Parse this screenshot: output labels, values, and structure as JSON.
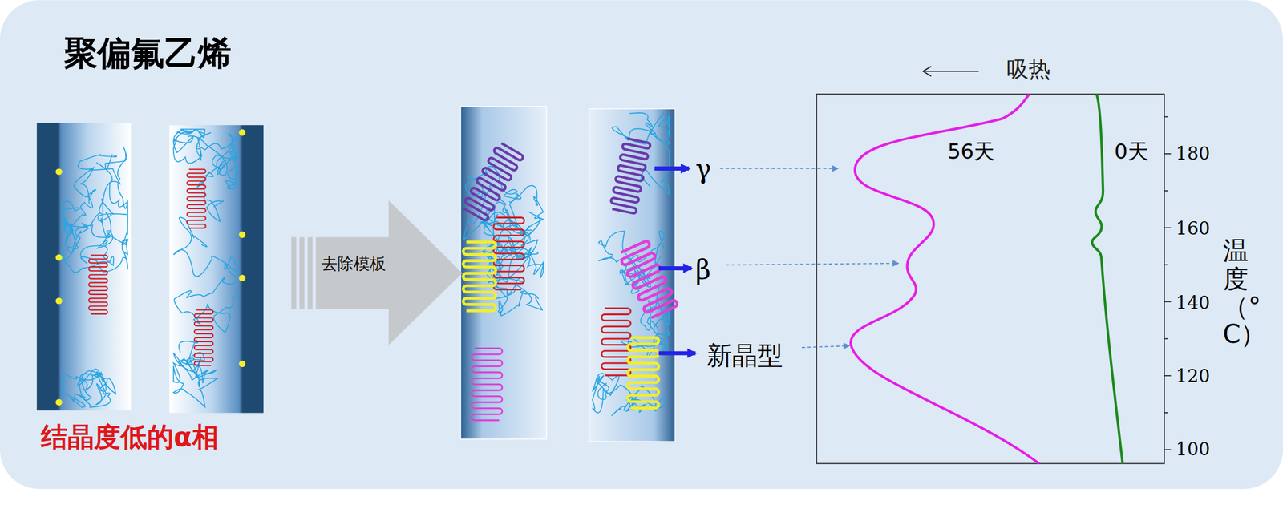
{
  "diagram": {
    "title": "聚偏氟乙烯",
    "nodes": [
      {
        "text": [
          "去除模板"
        ]
      }
    ],
    "labels": [
      "结晶度低的α相",
      "γ",
      "β",
      "新晶型",
      "吸热",
      "56天",
      "0天",
      "180",
      "160",
      "140",
      "120",
      "100",
      "温度（°C）"
    ]
  }
}
